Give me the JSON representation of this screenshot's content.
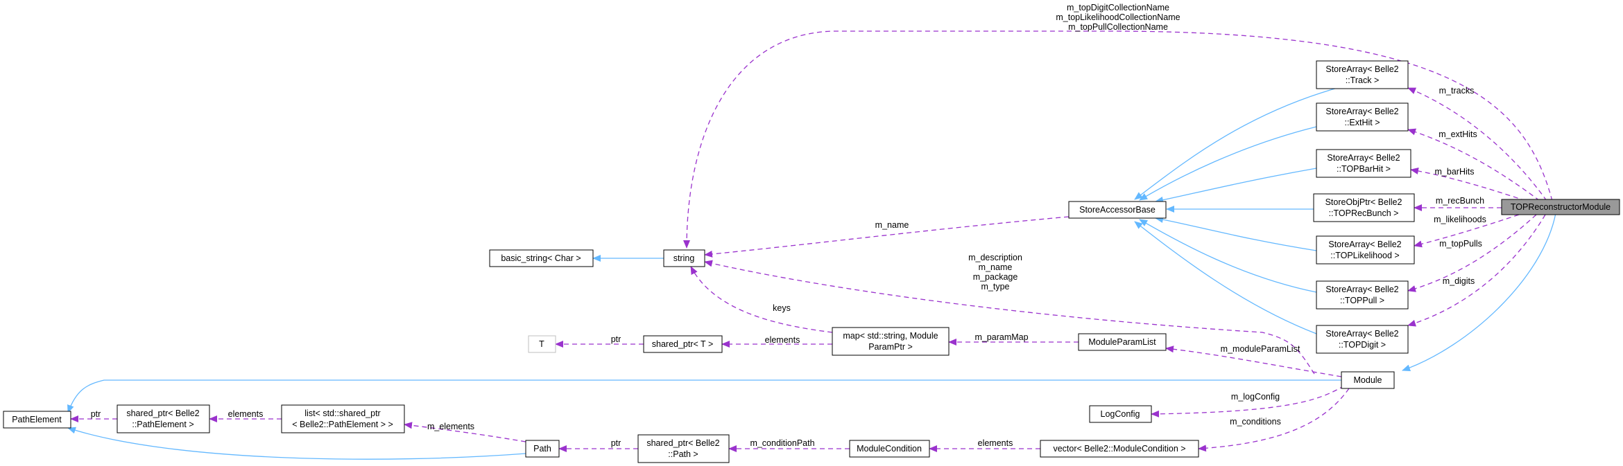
{
  "nodes": {
    "top_reconstructor_module": [
      "TOPReconstructorModule"
    ],
    "module": [
      "Module"
    ],
    "store_accessor_base": [
      "StoreAccessorBase"
    ],
    "store_array_track": [
      "StoreArray< Belle2",
      "::Track >"
    ],
    "store_array_exthit": [
      "StoreArray< Belle2",
      "::ExtHit >"
    ],
    "store_array_topbarhit": [
      "StoreArray< Belle2",
      "::TOPBarHit >"
    ],
    "store_obj_ptr_toprecbunch": [
      "StoreObjPtr< Belle2",
      "::TOPRecBunch >"
    ],
    "store_array_toplikelihood": [
      "StoreArray< Belle2",
      "::TOPLikelihood >"
    ],
    "store_array_toppull": [
      "StoreArray< Belle2",
      "::TOPPull >"
    ],
    "store_array_topdigit": [
      "StoreArray< Belle2",
      "::TOPDigit >"
    ],
    "string": [
      "string"
    ],
    "basic_string": [
      "basic_string< Char >"
    ],
    "t": [
      "T"
    ],
    "shared_ptr_t": [
      "shared_ptr< T >"
    ],
    "map_module_param_ptr": [
      "map< std::string, Module",
      "ParamPtr >"
    ],
    "module_param_list": [
      "ModuleParamList"
    ],
    "log_config": [
      "LogConfig"
    ],
    "path_element": [
      "PathElement"
    ],
    "shared_ptr_path_element": [
      "shared_ptr< Belle2",
      "::PathElement >"
    ],
    "list_shared_ptr": [
      "list< std::shared_ptr",
      "< Belle2::PathElement > >"
    ],
    "path": [
      "Path"
    ],
    "shared_ptr_path": [
      "shared_ptr< Belle2",
      "::Path >"
    ],
    "module_condition": [
      "ModuleCondition"
    ],
    "vector_module_condition": [
      "vector< Belle2::ModuleCondition >"
    ]
  },
  "edge_labels": {
    "collection_names": [
      "m_topDigitCollectionName",
      "m_topLikelihoodCollectionName",
      "m_topPullCollectionName"
    ],
    "m_tracks": "m_tracks",
    "m_extHits": "m_extHits",
    "m_barHits": "m_barHits",
    "m_recBunch": "m_recBunch",
    "m_likelihoods": "m_likelihoods",
    "m_topPulls": "m_topPulls",
    "m_digits": "m_digits",
    "m_name": "m_name",
    "module_strings": [
      "m_description",
      "m_name",
      "m_package",
      "m_type"
    ],
    "keys": "keys",
    "elements_map": "elements",
    "ptr_t": "ptr",
    "m_paramMap": "m_paramMap",
    "m_moduleParamList": "m_moduleParamList",
    "m_logConfig": "m_logConfig",
    "m_conditions": "m_conditions",
    "ptr_path_element": "ptr",
    "elements_list": "elements",
    "m_elements": "m_elements",
    "ptr_path": "ptr",
    "m_conditionPath": "m_conditionPath",
    "elements_vector": "elements"
  },
  "colors": {
    "inheritance_edge": "#63b8ff",
    "member_edge": "#9a32cd",
    "focus_node_fill": "#999999",
    "node_border": "#000000",
    "external_node_border": "#bfbfbf"
  }
}
